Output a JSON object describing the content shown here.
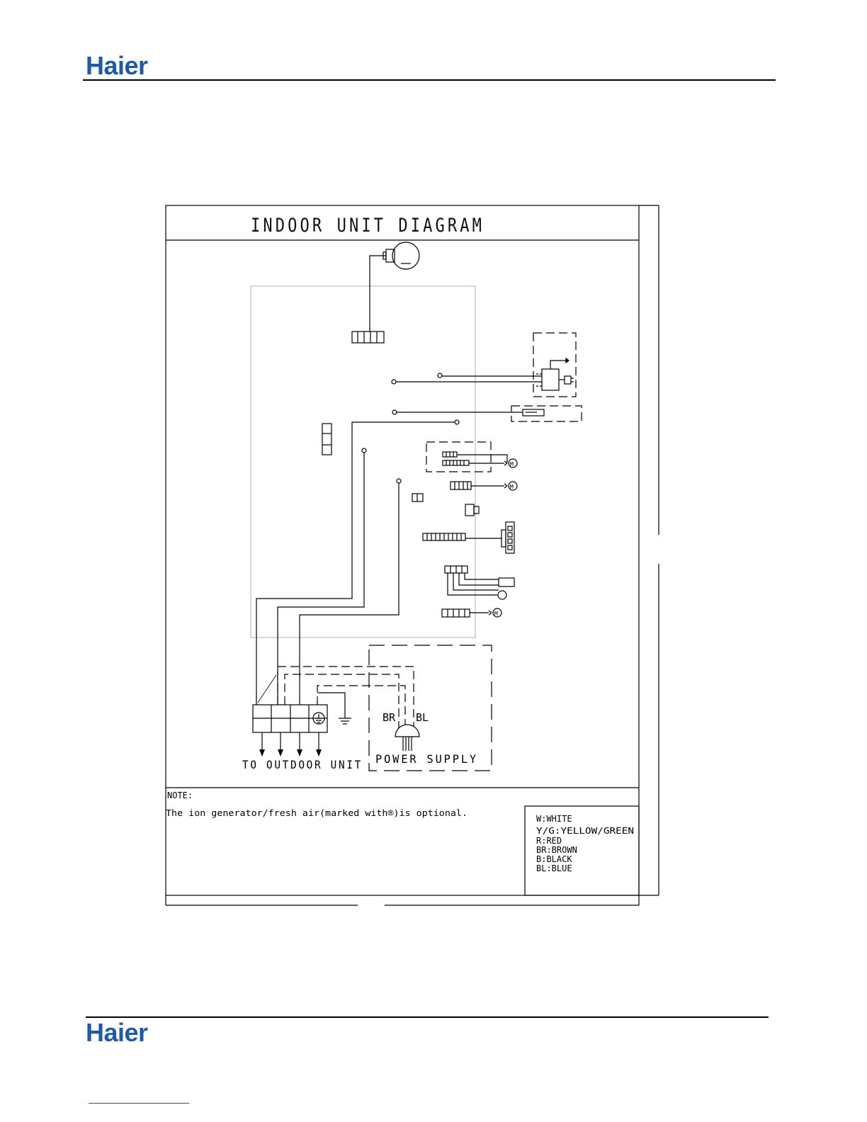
{
  "brand": {
    "logo_text": "Haier",
    "color": "#1f5aa6"
  },
  "diagram": {
    "title": "INDOOR UNIT DIAGRAM",
    "terminal_label": "TO OUTDOOR UNIT",
    "power_supply_label": "POWER SUPPLY",
    "plug_wire_left": "BR",
    "plug_wire_right": "BL",
    "note_heading": "NOTE:",
    "note_text": "The ion generator/fresh air(marked with®)is optional.",
    "motor_symbol": "M",
    "legend": [
      "W:WHITE",
      "Y/G:YELLOW/GREEN",
      "R:RED",
      "BR:BROWN",
      "B:BLACK",
      "BL:BLUE"
    ]
  }
}
